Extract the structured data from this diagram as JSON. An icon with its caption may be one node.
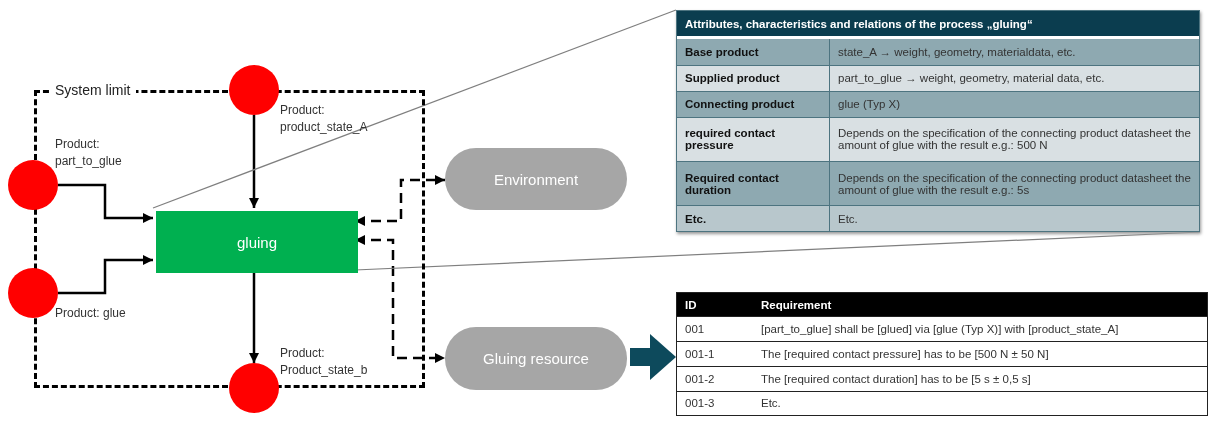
{
  "diagram": {
    "nodes": [
      {
        "text": [
          "System limit"
        ]
      },
      {
        "text": [],
        "shape": "circle",
        "beside": [
          "Product: product_state_A"
        ]
      },
      {
        "text": [],
        "shape": "circle",
        "beside": [
          "Product: part_to_glue"
        ]
      },
      {
        "text": [],
        "shape": "circle",
        "beside": [
          "Product: glue"
        ]
      },
      {
        "text": [
          "gluing"
        ],
        "in": 0
      },
      {
        "text": [],
        "shape": "circle",
        "beside": [
          "Product: Product_state_b"
        ]
      },
      {
        "text": [
          "Environment"
        ]
      },
      {
        "text": [
          "Gluing resource"
        ]
      },
      {
        "text": [
          "Attributes, characteristics and relations of the process „gluing“",
          "Base product",
          "state_A → weight, geometry, materialdata, etc.",
          "Supplied product",
          "part_to_glue → weight, geometry, material data, etc.",
          "Connecting product",
          "glue (Typ X)",
          "required contact pressure",
          "Depends on the specification of the connecting product datasheet the amount of glue with the result e.g.: 500 N",
          "Required contact duration",
          "Depends on the specification of the connecting product datasheet the amount of glue with the result e.g.: 5s",
          "Etc.",
          "Etc."
        ]
      },
      {
        "text": [
          "ID",
          "Requirement",
          "001",
          "[part_to_glue] shall be [glued] via [glue (Typ X)] with [product_state_A]",
          "001-1",
          "The [required contact pressure] has to be [500 N ± 50 N]",
          "001-2",
          "The [required contact duration] has to be [5 s ± 0,5 s]",
          "001-3",
          "Etc."
        ]
      }
    ],
    "edges": [
      {
        "from": 1,
        "to": 4,
        "arrow": "to"
      },
      {
        "from": 2,
        "to": 4,
        "arrow": "to"
      },
      {
        "from": 3,
        "to": 4,
        "arrow": "to"
      },
      {
        "from": 4,
        "to": 5,
        "arrow": "to"
      },
      {
        "from": 4,
        "to": 6,
        "arrow": "both",
        "style": "dashed"
      },
      {
        "from": 4,
        "to": 7,
        "arrow": "both",
        "style": "dashed"
      },
      {
        "from": 4,
        "to": 8,
        "arrow": "none",
        "color": "#7f7f7f"
      },
      {
        "from": 4,
        "to": 8,
        "arrow": "none",
        "color": "#7f7f7f"
      },
      {
        "from": 7,
        "to": 9,
        "arrow": "to",
        "style": "thick",
        "color": "#0d4a5c"
      }
    ]
  }
}
